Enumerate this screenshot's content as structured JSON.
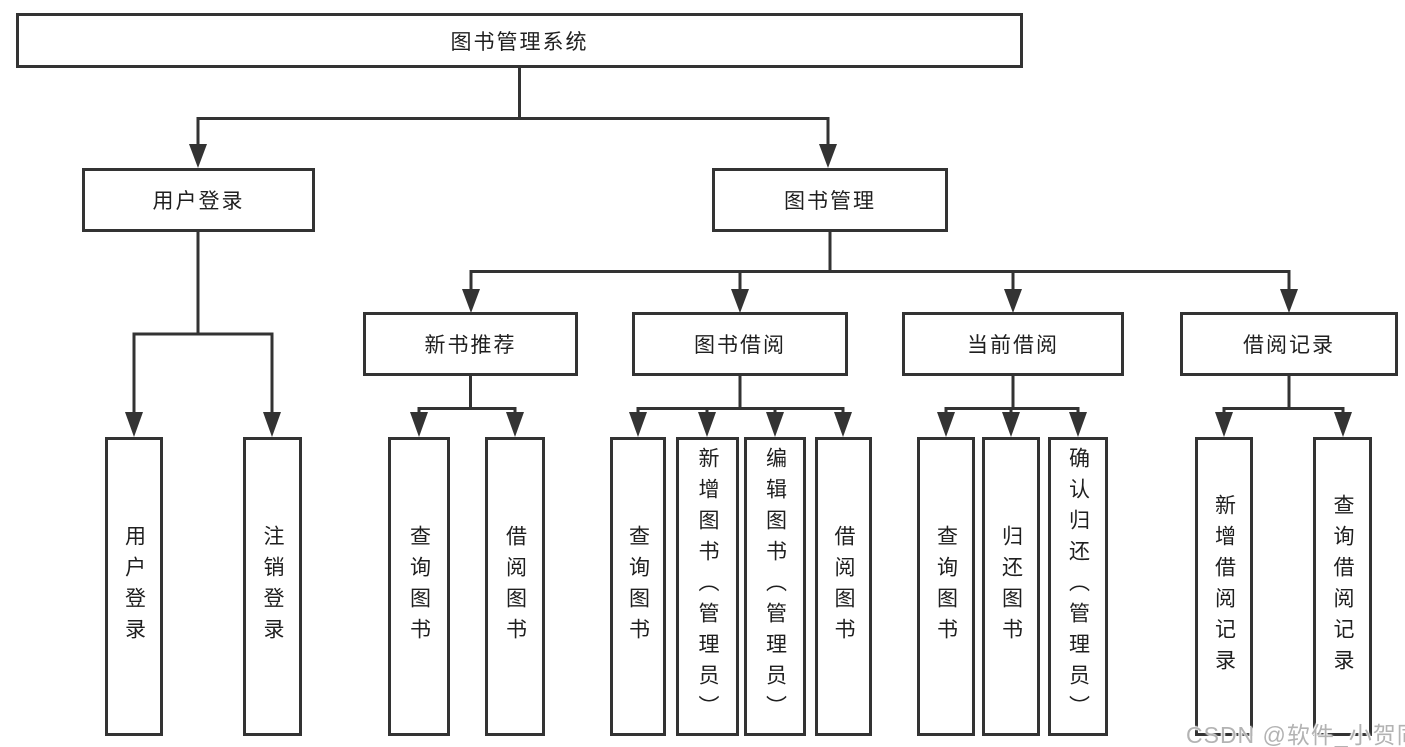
{
  "diagram": {
    "root": {
      "label": "图书管理系统"
    },
    "branches": [
      {
        "label": "用户登录",
        "leaves": [
          {
            "label": "用户登录"
          },
          {
            "label": "注销登录"
          }
        ]
      },
      {
        "label": "图书管理",
        "groups": [
          {
            "label": "新书推荐",
            "leaves": [
              {
                "label": "查询图书"
              },
              {
                "label": "借阅图书"
              }
            ]
          },
          {
            "label": "图书借阅",
            "leaves": [
              {
                "label": "查询图书"
              },
              {
                "label": "新增图书（管理员）"
              },
              {
                "label": "编辑图书（管理员）"
              },
              {
                "label": "借阅图书"
              }
            ]
          },
          {
            "label": "当前借阅",
            "leaves": [
              {
                "label": "查询图书"
              },
              {
                "label": "归还图书"
              },
              {
                "label": "确认归还（管理员）"
              }
            ]
          },
          {
            "label": "借阅记录",
            "leaves": [
              {
                "label": "新增借阅记录"
              },
              {
                "label": "查询借阅记录"
              }
            ]
          }
        ]
      }
    ]
  },
  "watermark": {
    "text": "CSDN @软件_小贺同学"
  },
  "colors": {
    "background": "#ffffff",
    "line": "#333333",
    "text": "#1f1f1f",
    "watermark": "#b3b3b3"
  }
}
